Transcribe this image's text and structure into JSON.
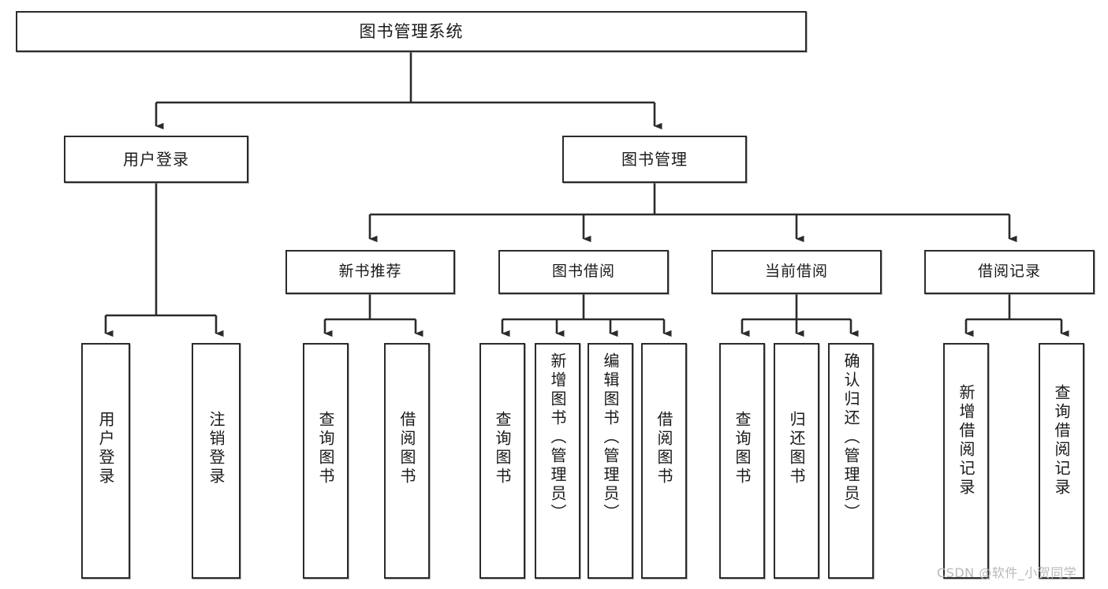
{
  "diagram": {
    "title": "图书管理系统",
    "type": "tree-hierarchy",
    "root": {
      "label": "图书管理系统"
    },
    "branches": [
      {
        "label": "用户登录"
      },
      {
        "label": "图书管理"
      }
    ],
    "groups": [
      {
        "label": "新书推荐"
      },
      {
        "label": "图书借阅"
      },
      {
        "label": "当前借阅"
      },
      {
        "label": "借阅记录"
      }
    ],
    "leaves": [
      {
        "label": "用户登录"
      },
      {
        "label": "注销登录"
      },
      {
        "label": "查询图书"
      },
      {
        "label": "借阅图书"
      },
      {
        "label": "查询图书"
      },
      {
        "label": "新增图书（管理员）"
      },
      {
        "label": "编辑图书（管理员）"
      },
      {
        "label": "借阅图书"
      },
      {
        "label": "查询图书"
      },
      {
        "label": "归还图书"
      },
      {
        "label": "确认归还（管理员）"
      },
      {
        "label": "新增借阅记录"
      },
      {
        "label": "查询借阅记录"
      }
    ]
  },
  "watermark": {
    "text": "CSDN @软件_小贺同学"
  },
  "colors": {
    "stroke": "#2b2b2b",
    "fill": "#ffffff",
    "text": "#1a1a1a",
    "watermark": "#b9b9b9"
  }
}
